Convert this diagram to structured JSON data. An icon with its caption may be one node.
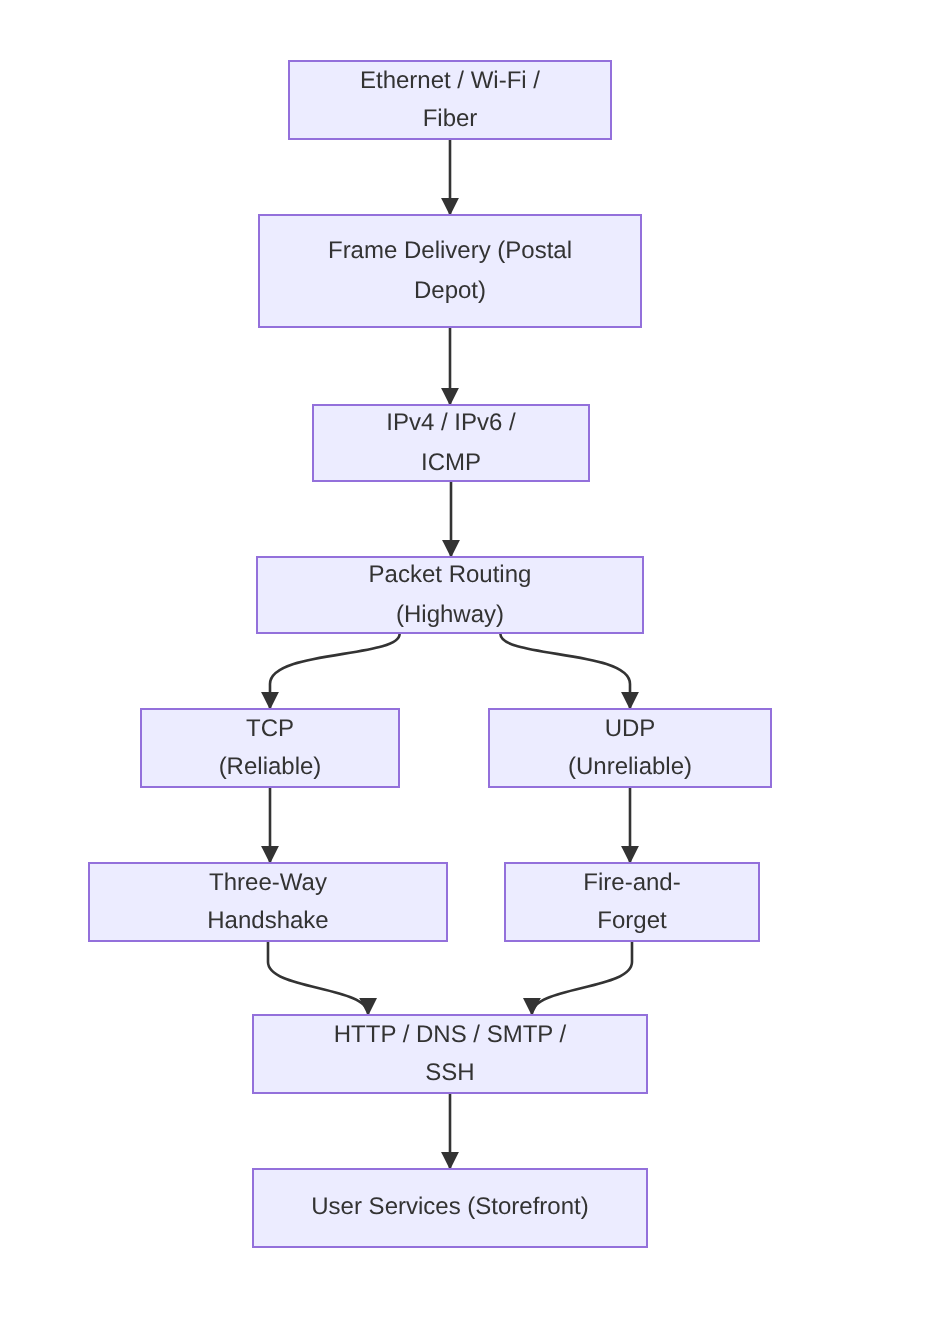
{
  "diagram": {
    "nodes": [
      {
        "text": [
          "Ethernet / Wi-Fi / Fiber"
        ]
      },
      {
        "text": [
          "Frame Delivery (Postal Depot)"
        ]
      },
      {
        "text": [
          "IPv4 / IPv6 / ICMP"
        ]
      },
      {
        "text": [
          "Packet Routing (Highway)"
        ]
      },
      {
        "text": [
          "TCP (Reliable)"
        ]
      },
      {
        "text": [
          "UDP (Unreliable)"
        ]
      },
      {
        "text": [
          "Three-Way Handshake"
        ]
      },
      {
        "text": [
          "Fire-and-Forget"
        ]
      },
      {
        "text": [
          "HTTP / DNS / SMTP / SSH"
        ]
      },
      {
        "text": [
          "User Services (Storefront)"
        ]
      }
    ],
    "edges": [
      {
        "from": 0,
        "to": 1,
        "arrow": "to"
      },
      {
        "from": 1,
        "to": 2,
        "arrow": "to"
      },
      {
        "from": 2,
        "to": 3,
        "arrow": "to"
      },
      {
        "from": 3,
        "to": 4,
        "arrow": "to"
      },
      {
        "from": 3,
        "to": 5,
        "arrow": "to"
      },
      {
        "from": 4,
        "to": 6,
        "arrow": "to"
      },
      {
        "from": 5,
        "to": 7,
        "arrow": "to"
      },
      {
        "from": 6,
        "to": 8,
        "arrow": "to"
      },
      {
        "from": 7,
        "to": 8,
        "arrow": "to"
      },
      {
        "from": 8,
        "to": 9,
        "arrow": "to"
      }
    ]
  }
}
